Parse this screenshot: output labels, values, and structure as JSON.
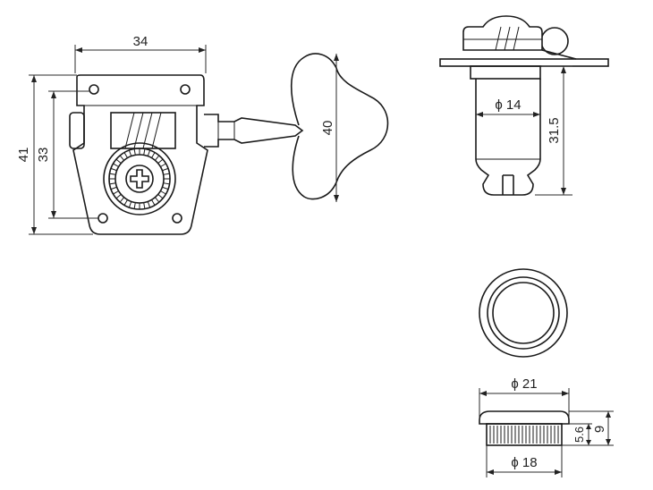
{
  "dimensions": {
    "width_34": "34",
    "height_41": "41",
    "height_33": "33",
    "height_40": "40",
    "diameter_14": "ϕ 14",
    "height_31_5": "31.5",
    "diameter_21": "ϕ 21",
    "diameter_18": "ϕ 18",
    "height_5_6": "5.6",
    "height_9": "9"
  },
  "colors": {
    "line": "#1a1a1a",
    "background": "#ffffff"
  }
}
